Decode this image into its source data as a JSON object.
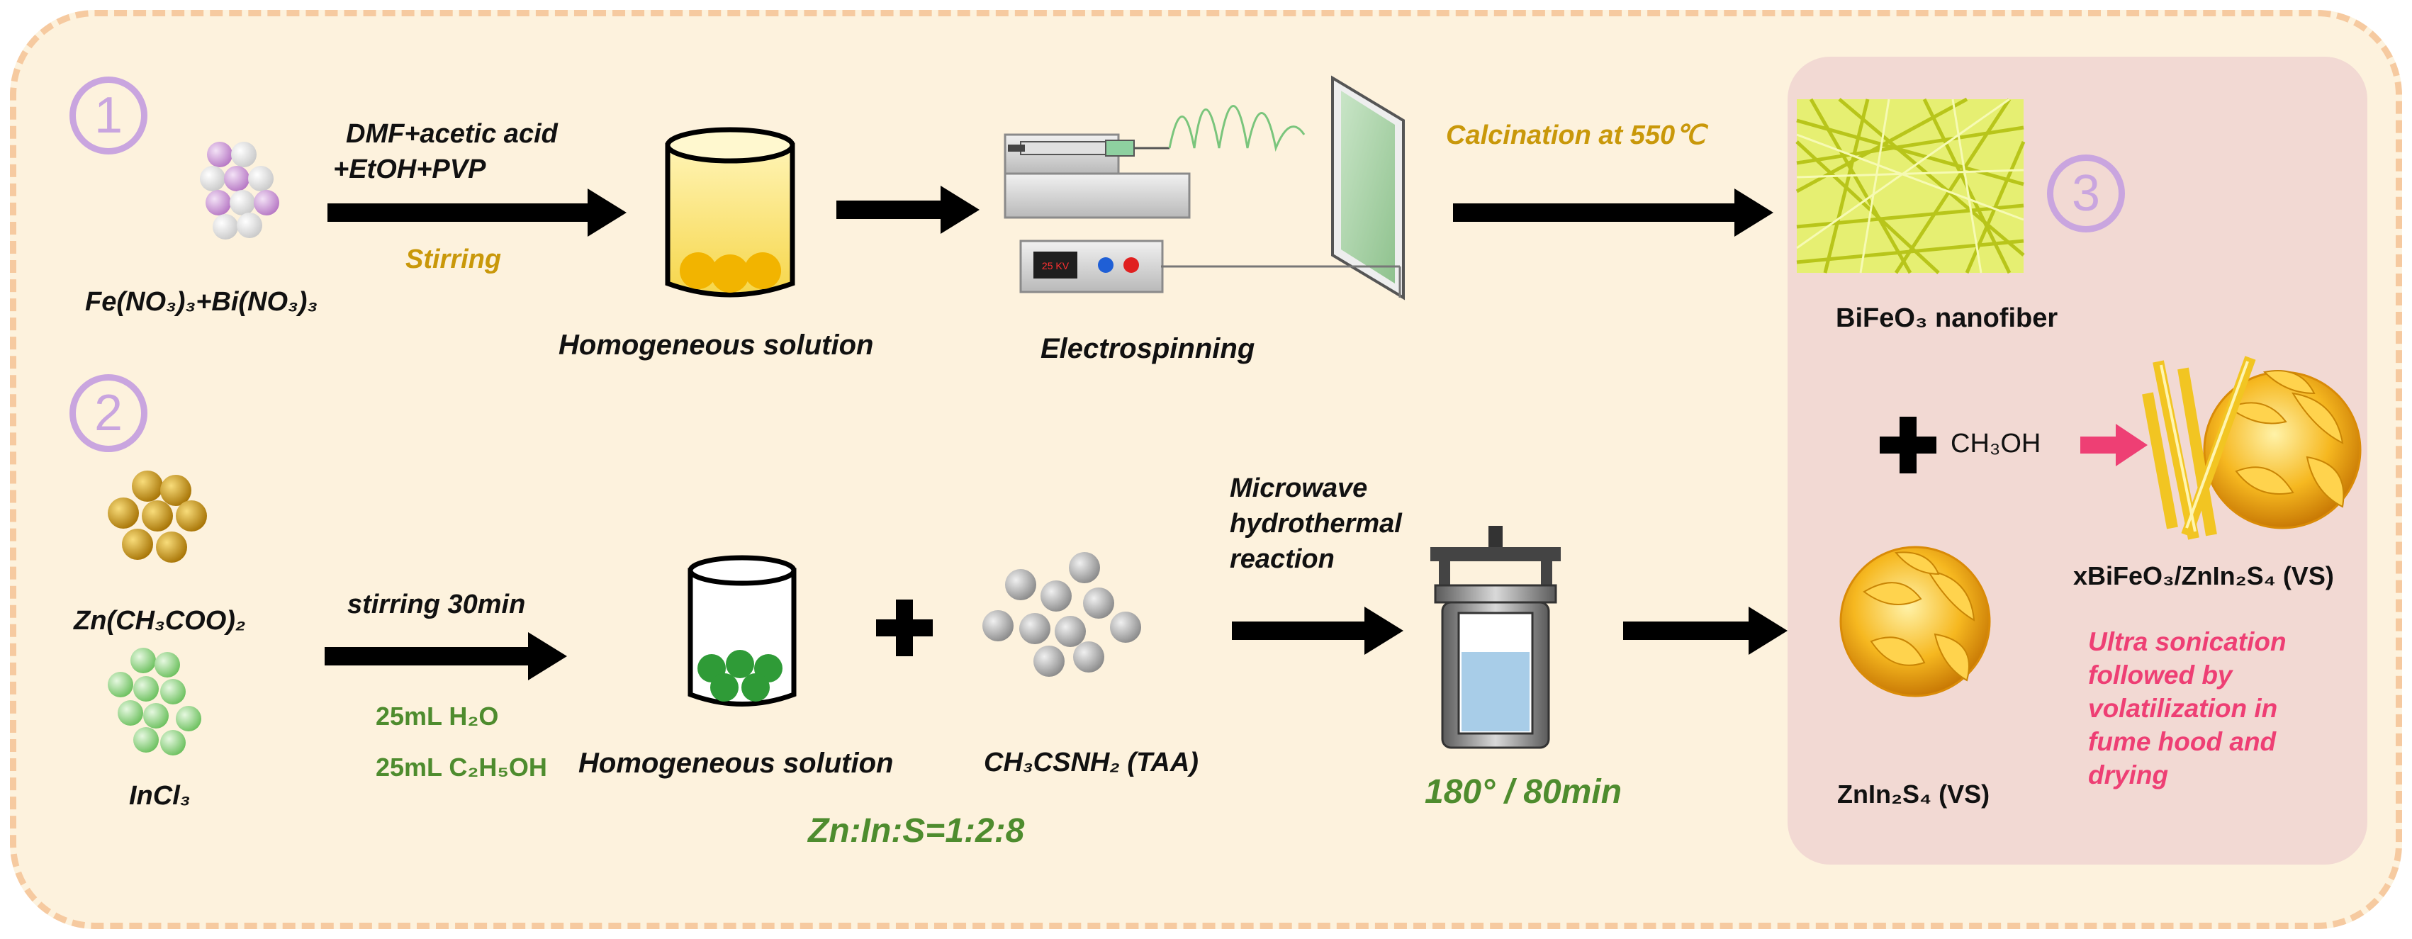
{
  "steps": {
    "one": "1",
    "two": "2",
    "three": "3"
  },
  "row1": {
    "reagents": "Fe(NO₃)₃+Bi(NO₃)₃",
    "solvent_line1": "DMF+acetic acid",
    "solvent_line2": "+EtOH+PVP",
    "stirring": "Stirring",
    "solution": "Homogeneous solution",
    "electrospinning": "Electrospinning",
    "voltage": "25 KV",
    "calcination": "Calcination at 550℃",
    "product": "BiFeO₃ nanofiber"
  },
  "row2": {
    "zn_salt": "Zn(CH₃COO)₂",
    "in_salt": "InCl₃",
    "stirring": "stirring 30min",
    "water": "25mL H₂O",
    "ethanol": "25mL C₂H₅OH",
    "solution": "Homogeneous solution",
    "taa": "CH₃CSNH₂ (TAA)",
    "ratio": "Zn:In:S=1:2:8",
    "mw_line1": "Microwave",
    "mw_line2": "hydrothermal",
    "mw_line3": "reaction",
    "condition": "180° / 80min"
  },
  "panel3": {
    "methanol": "CH₃OH",
    "composite": "xBiFeO₃/ZnIn₂S₄ (VS)",
    "zis": "ZnIn₂S₄ (VS)",
    "note_l1": "Ultra sonication",
    "note_l2": "followed by",
    "note_l3": "volatilization in",
    "note_l4": "fume hood and",
    "note_l5": "drying"
  },
  "colors": {
    "frame_fill": "#fdf2dd",
    "frame_border": "#f6caa0",
    "panel3_fill": "#f2d9d3",
    "step_number": "#c9a5df",
    "green_text": "#4e8c2e",
    "gold_text": "#c9980a",
    "pink_text": "#ee3f74"
  }
}
